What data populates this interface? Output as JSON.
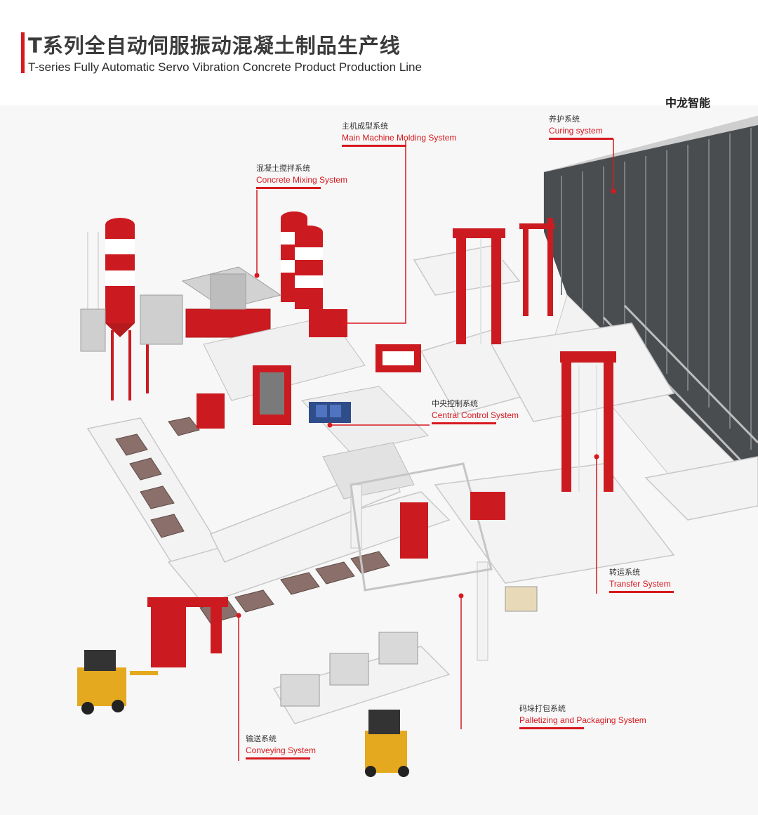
{
  "header": {
    "title_zh": "T系列全自动伺服振动混凝土制品生产线",
    "title_en": "T-series Fully Automatic Servo Vibration Concrete Product Production Line"
  },
  "brand": "中龙智能",
  "colors": {
    "accent": "#d7191f",
    "leader_line": "#d7191f",
    "machine_red": "#cc1b20",
    "frame_white": "#f2f2f2",
    "warehouse_dark": "#4a4d50",
    "title_text": "#3b3b3b"
  },
  "callouts": [
    {
      "id": "main-machine",
      "zh": "主机成型系统",
      "en": "Main Machine Molding System"
    },
    {
      "id": "curing",
      "zh": "养护系统",
      "en": "Curing system"
    },
    {
      "id": "concrete-mixing",
      "zh": "混凝土搅拌系统",
      "en": "Concrete Mixing System"
    },
    {
      "id": "central-control",
      "zh": "中央控制系统",
      "en": "Central Control System"
    },
    {
      "id": "transfer",
      "zh": "转运系统",
      "en": "Transfer System"
    },
    {
      "id": "palletizing",
      "zh": "码垛打包系统",
      "en": "Palletizing and Packaging System"
    },
    {
      "id": "conveying",
      "zh": "输送系统",
      "en": "Conveying System"
    }
  ]
}
